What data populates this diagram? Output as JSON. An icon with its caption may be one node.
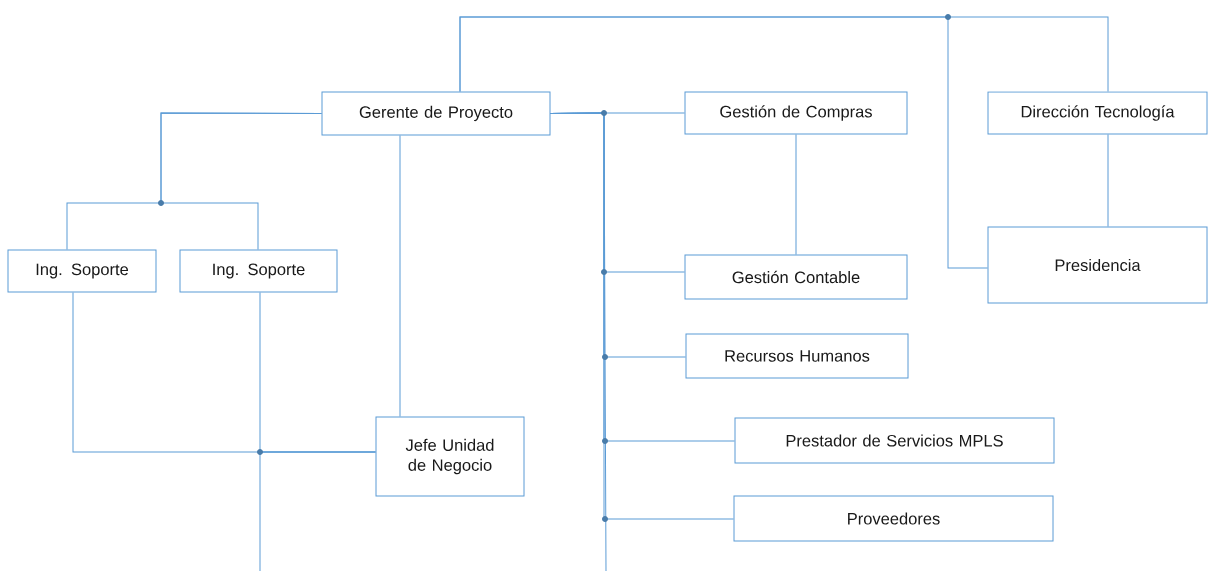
{
  "diagram": {
    "nodes": [
      {
        "text": [
          "Gerente de Proyecto"
        ]
      },
      {
        "text": [
          "Gestión de Compras"
        ]
      },
      {
        "text": [
          "Dirección Tecnología"
        ]
      },
      {
        "text": [
          "Ing. Soporte"
        ]
      },
      {
        "text": [
          "Ing. Soporte"
        ]
      },
      {
        "text": [
          "Gestión Contable"
        ]
      },
      {
        "text": [
          "Presidencia"
        ]
      },
      {
        "text": [
          "Recursos Humanos"
        ]
      },
      {
        "text": [
          "Jefe Unidad de Negocio"
        ]
      },
      {
        "text": [
          "Prestador de Servicios MPLS"
        ]
      },
      {
        "text": [
          "Proveedores"
        ]
      }
    ],
    "edges": [
      {
        "from": 0,
        "to": 2,
        "arrow": "none"
      },
      {
        "from": 0,
        "to": 6,
        "arrow": "none"
      },
      {
        "from": 2,
        "to": 6,
        "arrow": "none"
      },
      {
        "from": 0,
        "to": 3,
        "arrow": "none"
      },
      {
        "from": 0,
        "to": 4,
        "arrow": "none"
      },
      {
        "from": 0,
        "to": 8,
        "arrow": "none"
      },
      {
        "from": 0,
        "to": 1,
        "arrow": "none"
      },
      {
        "from": 0,
        "to": 5,
        "arrow": "none"
      },
      {
        "from": 0,
        "to": 7,
        "arrow": "none"
      },
      {
        "from": 0,
        "to": 9,
        "arrow": "none"
      },
      {
        "from": 0,
        "to": 10,
        "arrow": "none"
      },
      {
        "from": 0,
        "to": null,
        "arrow": "none"
      },
      {
        "from": 1,
        "to": 5,
        "arrow": "none"
      },
      {
        "from": 3,
        "to": 8,
        "arrow": "none"
      },
      {
        "from": 4,
        "to": 8,
        "arrow": "none"
      },
      {
        "from": 8,
        "to": null,
        "arrow": "none"
      }
    ]
  }
}
